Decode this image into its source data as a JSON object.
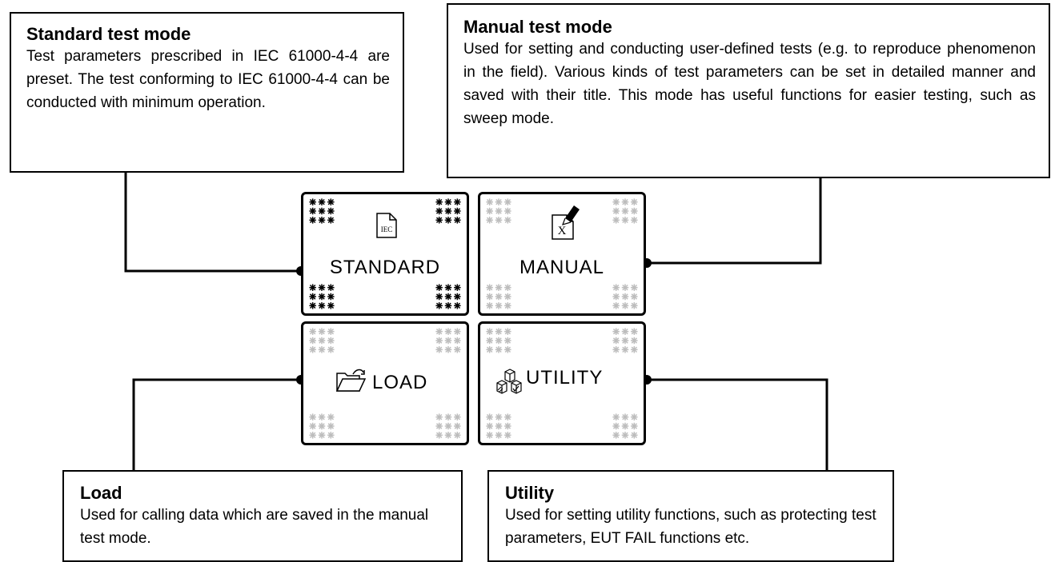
{
  "callouts": {
    "standard": {
      "title": "Standard test mode",
      "text": "Test parameters prescribed in IEC 61000-4-4 are preset. The test conforming to IEC 61000-4-4 can be conducted with minimum operation."
    },
    "manual": {
      "title": "Manual test mode",
      "text": "Used for setting and conducting user-defined tests (e.g. to reproduce phenomenon in the field). Various kinds of test parameters can be set in detailed manner and saved with their title. This mode has useful functions for easier testing, such as sweep mode."
    },
    "load": {
      "title": "Load",
      "text": "Used for calling data which are saved in the manual test mode."
    },
    "utility": {
      "title": "Utility",
      "text": "Used for setting utility functions, such as protecting test parameters, EUT FAIL functions etc."
    }
  },
  "buttons": {
    "standard": {
      "label": "STANDARD",
      "icon": "iec-document-icon",
      "icon_text": "IEC"
    },
    "manual": {
      "label": "MANUAL",
      "icon": "pen-document-icon",
      "icon_text": "X"
    },
    "load": {
      "label": "LOAD",
      "icon": "open-folder-icon"
    },
    "utility": {
      "label": "UTILITY",
      "icon": "cubes-icon"
    }
  },
  "colors": {
    "line": "#000000",
    "corner_active": "#000000",
    "corner_inactive": "#bdbdbd"
  }
}
